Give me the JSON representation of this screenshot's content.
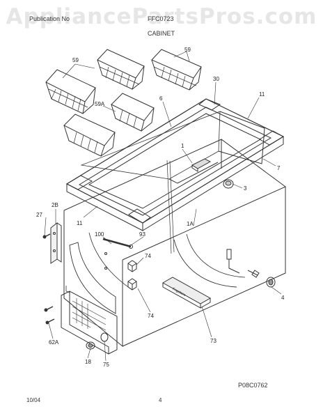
{
  "watermark": "AppliancePartsPros.com",
  "header": {
    "publication_label": "Publication No",
    "model": "FFC0723",
    "section_title": "CABINET"
  },
  "labels": {
    "basket_59_a": "59",
    "basket_59_b": "59",
    "basket_59A": "59A",
    "lid": "6",
    "gasket": "30",
    "hinge_cover": "11",
    "hinge_cover_left": "11",
    "handle": "1",
    "lid_right": "7",
    "thermostat_knob": "3",
    "bracket": "2B",
    "screw_27": "27",
    "wire_guide": "100",
    "screw_93": "93",
    "cabinet_1A": "1A",
    "block_74_top": "74",
    "block_74_bottom": "74",
    "drain_plug": "4",
    "kickplate_62A": "62A",
    "foot_18": "18",
    "grille_75": "75",
    "nameplate_73": "73"
  },
  "nameplate_text": "Frigidaire",
  "figure_code": "P08C0762",
  "footer": {
    "date": "10/04",
    "page": "4"
  }
}
